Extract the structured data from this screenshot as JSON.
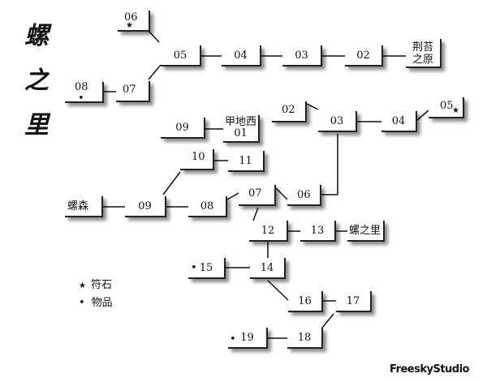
{
  "title": [
    "螺",
    "之",
    "里"
  ],
  "nodes": {
    "n06_top": "06",
    "n05": "05",
    "n04": "04",
    "n03": "03",
    "n02": "02",
    "dest_jingtai": "荆苔\n之原",
    "n08_left": "08",
    "n07_left": "07",
    "n09_upper": "09",
    "dest_jiadixi": "甲地西\n01",
    "n02_mid": "02",
    "n03_mid": "03",
    "n04_mid": "04",
    "n05_right": "05",
    "n10": "10",
    "n11": "11",
    "dest_luosen": "螺森",
    "n09_mid": "09",
    "n08_mid": "08",
    "n07_mid": "07",
    "n06_mid": "06",
    "n12": "12",
    "n13": "13",
    "dest_luozhili": "螺之里",
    "n15": "15",
    "n14": "14",
    "n16": "16",
    "n17": "17",
    "n19": "19",
    "n18": "18"
  },
  "markers": {
    "star": "★",
    "dot": "•"
  },
  "legend": {
    "star_label": "符石",
    "dot_label": "物品"
  },
  "brand": "FreeskyStudio"
}
